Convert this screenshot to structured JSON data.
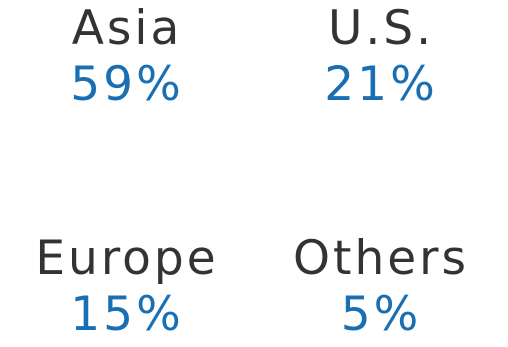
{
  "colors": {
    "label": "#333333",
    "value": "#1a6fb3"
  },
  "regions": [
    {
      "name": "Asia",
      "share": "59%"
    },
    {
      "name": "U.S.",
      "share": "21%"
    },
    {
      "name": "Europe",
      "share": "15%"
    },
    {
      "name": "Others",
      "share": "5%"
    }
  ]
}
